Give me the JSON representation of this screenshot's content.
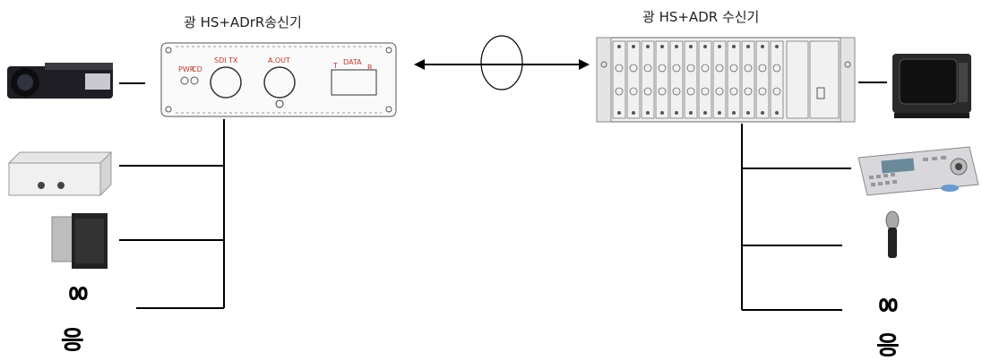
{
  "transmitter": {
    "title": "광 HS+ADrR송신기",
    "panel": {
      "pwr": "PWR",
      "cd": "CD",
      "sdi_tx": "SDI TX",
      "a_out": "A.OUT",
      "data": "DATA",
      "t": "T",
      "r": "R"
    }
  },
  "receiver": {
    "title": "광 HS+ADR 수신기"
  },
  "left_speaker_glyph": {
    "line1": "ㆀ",
    "line2": "응"
  },
  "right_speaker_glyph": {
    "line1": "ㆀ",
    "line2": "응"
  }
}
